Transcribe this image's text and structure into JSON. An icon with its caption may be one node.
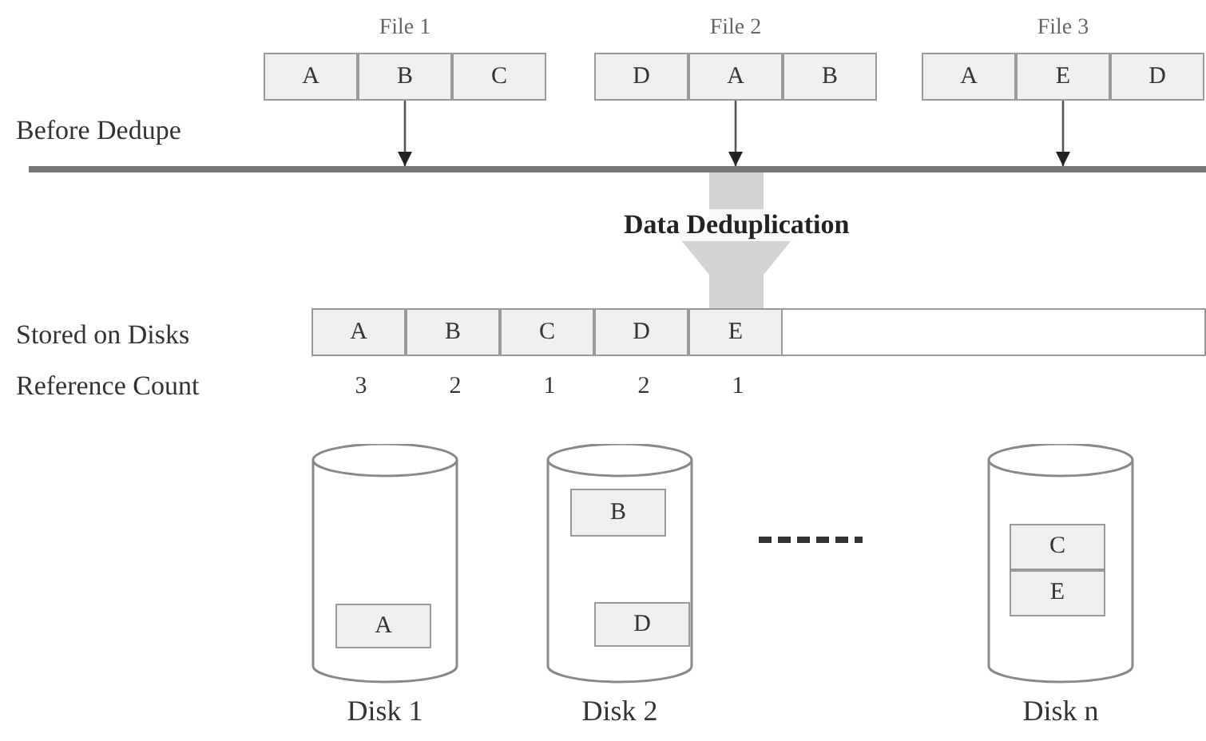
{
  "diagram": {
    "nodes": [
      {
        "text": [
          "File 1"
        ]
      },
      {
        "text": [
          "A"
        ],
        "in": 0
      },
      {
        "text": [
          "B"
        ],
        "in": 0
      },
      {
        "text": [
          "C"
        ],
        "in": 0
      },
      {
        "text": [
          "File 2"
        ]
      },
      {
        "text": [
          "D"
        ],
        "in": 4
      },
      {
        "text": [
          "A"
        ],
        "in": 4
      },
      {
        "text": [
          "B"
        ],
        "in": 4
      },
      {
        "text": [
          "File 3"
        ]
      },
      {
        "text": [
          "A"
        ],
        "in": 8
      },
      {
        "text": [
          "E"
        ],
        "in": 8
      },
      {
        "text": [
          "D"
        ],
        "in": 8
      },
      {
        "text": [],
        "shape": "bar",
        "beside": [
          "Before Dedupe"
        ]
      },
      {
        "text": [],
        "shape": "box"
      },
      {
        "text": [
          "A"
        ],
        "in": 13
      },
      {
        "text": [
          "B"
        ],
        "in": 13
      },
      {
        "text": [
          "C"
        ],
        "in": 13
      },
      {
        "text": [
          "D"
        ],
        "in": 13
      },
      {
        "text": [
          "E"
        ],
        "in": 13
      },
      {
        "text": [],
        "shape": "cylinder",
        "beside": [
          "Disk 1"
        ]
      },
      {
        "text": [
          "A"
        ],
        "in": 19
      },
      {
        "text": [],
        "shape": "cylinder",
        "beside": [
          "Disk 2"
        ]
      },
      {
        "text": [
          "B"
        ],
        "in": 21
      },
      {
        "text": [
          "D"
        ],
        "in": 21
      },
      {
        "text": [],
        "shape": "cylinder",
        "beside": [
          "Disk n"
        ]
      },
      {
        "text": [
          "C"
        ],
        "in": 24
      },
      {
        "text": [
          "E"
        ],
        "in": 24
      }
    ],
    "edges": [
      {
        "from": 2,
        "to": 12,
        "arrow": "to"
      },
      {
        "from": 6,
        "to": 12,
        "arrow": "to"
      },
      {
        "from": 10,
        "to": 12,
        "arrow": "to"
      },
      {
        "from": 12,
        "to": 13,
        "arrow": "to",
        "label": "Data Deduplication",
        "style": "thick",
        "color": "#d4d4d4"
      }
    ],
    "labels": [
      "Stored on Disks",
      "Reference Count",
      "3",
      "2",
      "1",
      "2",
      "1"
    ]
  }
}
